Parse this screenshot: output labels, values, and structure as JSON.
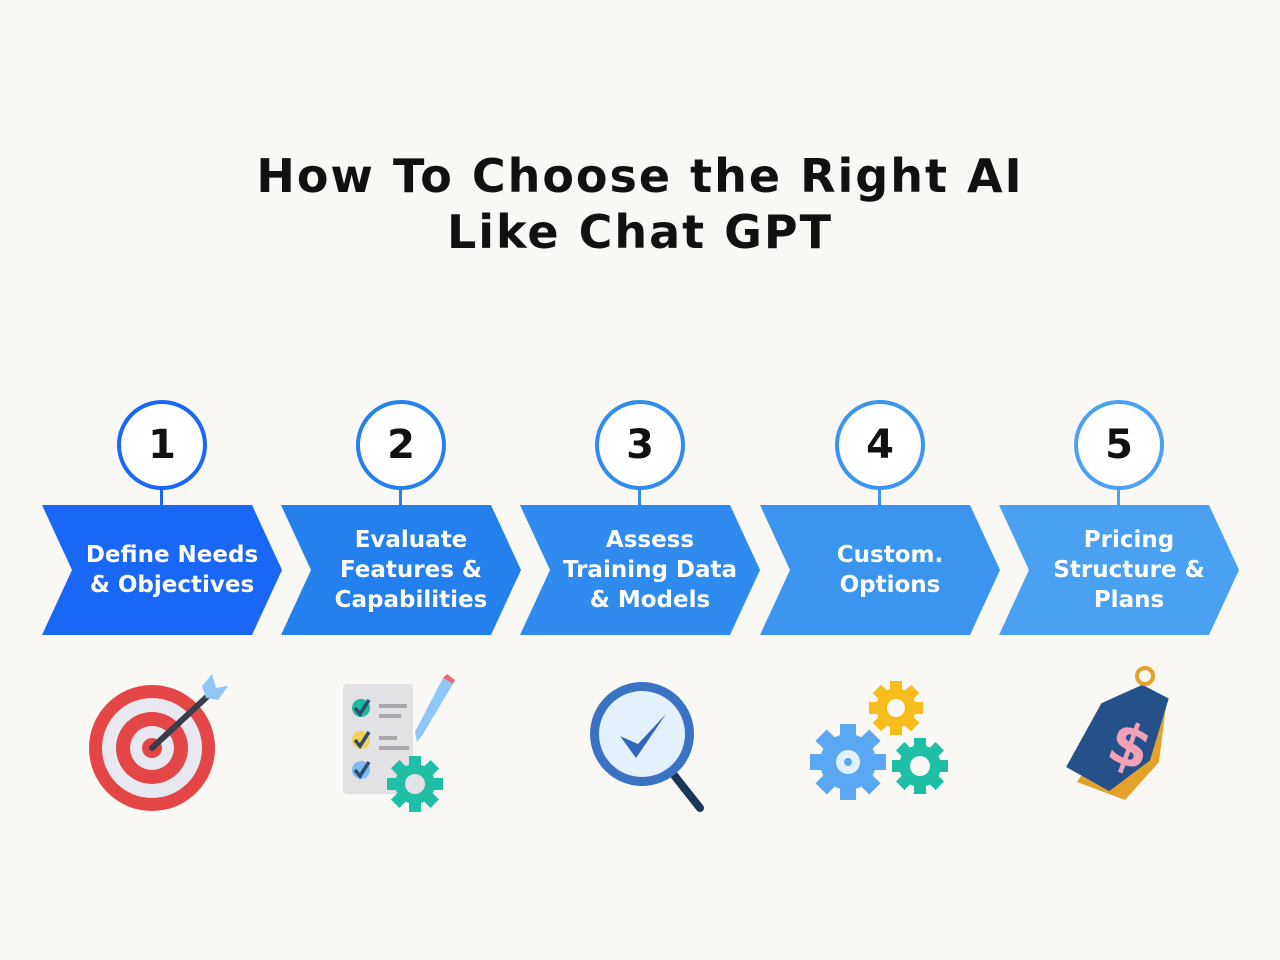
{
  "title": {
    "line1": "How To Choose the Right AI",
    "line2": "Like Chat GPT"
  },
  "steps": [
    {
      "number": "1",
      "label": "Define Needs & Objectives",
      "color": "#1a66f5",
      "icon": "target-icon"
    },
    {
      "number": "2",
      "label": "Evaluate Features & Capabilities",
      "color": "#2480ec",
      "icon": "checklist-gear-icon"
    },
    {
      "number": "3",
      "label": "Assess Training Data & Models",
      "color": "#2f8bee",
      "icon": "magnifier-check-icon"
    },
    {
      "number": "4",
      "label": "Custom. Options",
      "color": "#3b95ef",
      "icon": "gears-icon"
    },
    {
      "number": "5",
      "label": "Pricing Structure & Plans",
      "color": "#4ba1f1",
      "icon": "price-tag-icon"
    }
  ]
}
